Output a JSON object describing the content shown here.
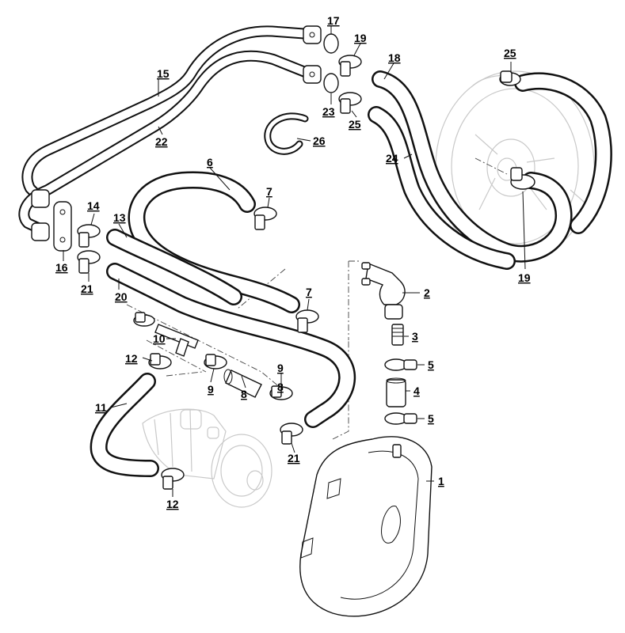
{
  "callouts": {
    "c1": "1",
    "c2": "2",
    "c3": "3",
    "c4": "4",
    "c5a": "5",
    "c5b": "5",
    "c6": "6",
    "c7a": "7",
    "c7b": "7",
    "c8a": "8",
    "c8b": "8",
    "c9a": "9",
    "c9b": "9",
    "c10": "10",
    "c11": "11",
    "c12a": "12",
    "c12b": "12",
    "c13": "13",
    "c14": "14",
    "c15": "15",
    "c16": "16",
    "c17": "17",
    "c18": "18",
    "c19a": "19",
    "c19b": "19",
    "c20": "20",
    "c21a": "21",
    "c21b": "21",
    "c22": "22",
    "c23": "23",
    "c24": "24",
    "c25a": "25",
    "c25b": "25",
    "c26": "26"
  }
}
